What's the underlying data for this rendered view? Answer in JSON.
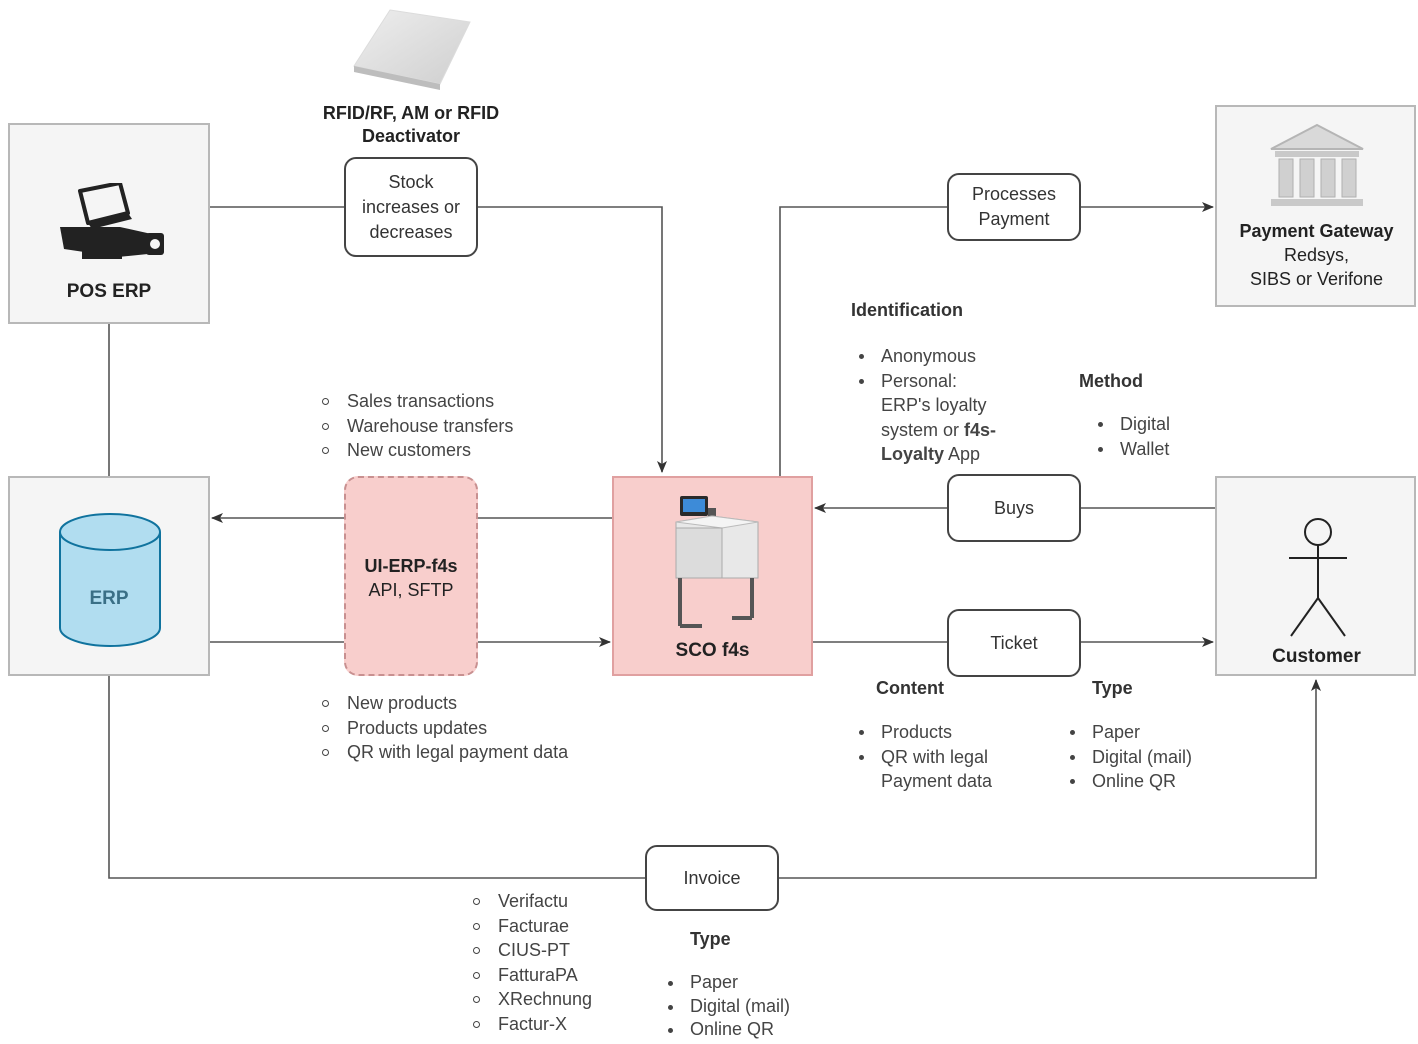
{
  "nodes": {
    "pos_erp": {
      "label": "POS ERP"
    },
    "erp": {
      "label": "ERP"
    },
    "sco": {
      "label": "SCO f4s"
    },
    "gateway": {
      "title": "Payment Gateway",
      "line1": "Redsys,",
      "line2": "SIBS or Verifone"
    },
    "customer": {
      "label": "Customer"
    },
    "deactivator": {
      "line1": "RFID/RF, AM or RFID",
      "line2": "Deactivator"
    }
  },
  "edges": {
    "stock": [
      "Stock",
      "increases or",
      "decreases"
    ],
    "processes": [
      "Processes",
      "Payment"
    ],
    "buys": "Buys",
    "ticket": "Ticket",
    "invoice": "Invoice",
    "integration": {
      "title": "UI-ERP-f4s",
      "subtitle": "API, SFTP"
    }
  },
  "lists": {
    "to_erp": [
      "Sales transactions",
      "Warehouse transfers",
      "New customers"
    ],
    "from_erp": [
      "New products",
      "Products updates",
      "QR with legal payment data"
    ],
    "identification": {
      "heading": "Identification",
      "items": [
        "Anonymous"
      ],
      "personal_prefix": "Personal:",
      "personal_line2": "ERP's loyalty",
      "personal_line3a": "system or ",
      "personal_line3b": "f4s-",
      "personal_line4a": "Loyalty",
      "personal_line4b": " App"
    },
    "method": {
      "heading": "Method",
      "items": [
        "Digital",
        "Wallet"
      ]
    },
    "content": {
      "heading": "Content",
      "items": [
        "Products",
        "QR with legal",
        "Payment data"
      ]
    },
    "ticket_type": {
      "heading": "Type",
      "items": [
        "Paper",
        "Digital (mail)",
        "Online QR"
      ]
    },
    "invoice_formats": [
      "Verifactu",
      "Facturae",
      "CIUS-PT",
      "FatturaPA",
      "XRechnung",
      "Factur-X"
    ],
    "invoice_type": {
      "heading": "Type",
      "items": [
        "Paper",
        "Digital (mail)",
        "Online QR"
      ]
    }
  },
  "colors": {
    "sco_fill": "#f8cecc",
    "sco_border": "#e0a0a0",
    "erp_db": "#b1ddf0",
    "erp_db_border": "#10739e",
    "node_fill": "#f5f5f5",
    "edge": "#444444"
  }
}
